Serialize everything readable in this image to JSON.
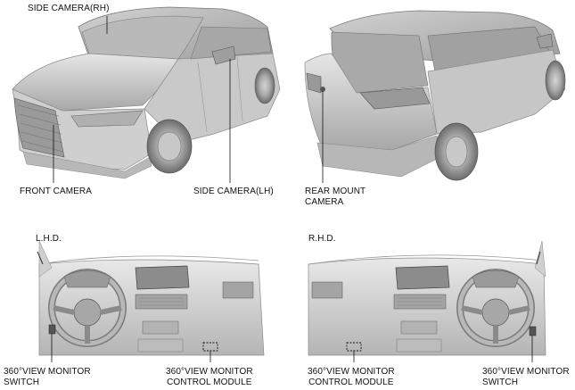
{
  "labels": {
    "side_camera_rh": "SIDE CAMERA(RH)",
    "front_camera": "FRONT CAMERA",
    "side_camera_lh": "SIDE CAMERA(LH)",
    "rear_mount_camera": "REAR MOUNT\nCAMERA",
    "lhd": "L.H.D.",
    "rhd": "R.H.D.",
    "lhd_switch": "360°VIEW MONITOR\nSWITCH",
    "lhd_module": "360°VIEW MONITOR\nCONTROL MODULE",
    "rhd_module": "360°VIEW MONITOR\nCONTROL MODULE",
    "rhd_switch": "360°VIEW MONITOR\nSWITCH"
  },
  "colors": {
    "body_light": "#d9d9d9",
    "body_mid": "#bdbdbd",
    "body_dark": "#8a8a8a",
    "line": "#1a1a1a"
  }
}
